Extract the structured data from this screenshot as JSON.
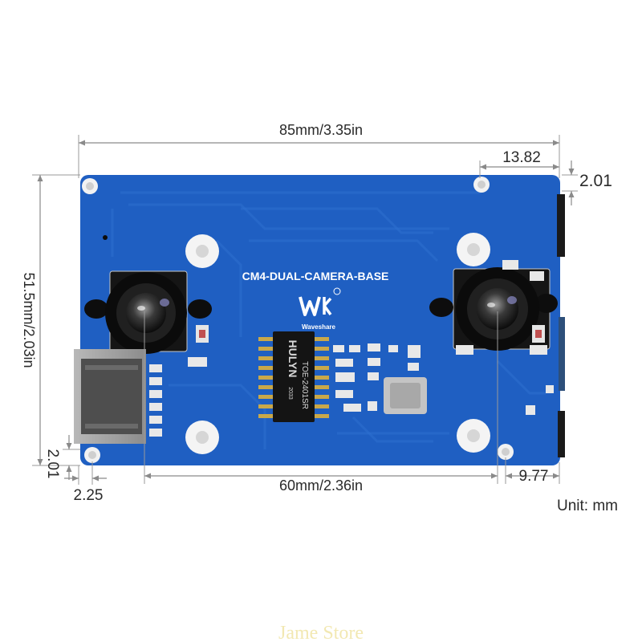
{
  "dimensions": {
    "overall_width": "85mm/3.35in",
    "overall_height": "51.5mm/2.03in",
    "hole_spacing": "60mm/2.36in",
    "top_right_offset": "13.82",
    "top_edge_offset": "2.01",
    "bottom_edge_offset": "2.01",
    "left_offset": "2.25",
    "right_offset": "9.77",
    "unit": "Unit: mm"
  },
  "board": {
    "label": "CM4-DUAL-CAMERA-BASE",
    "brand": "Waveshare",
    "logo_icon": "waveshare-logo"
  },
  "transformer": {
    "brand": "HULYN",
    "code": "2033",
    "part": "TOE-2401SR"
  },
  "watermark": "Jame Store",
  "colors": {
    "pcb": "#1f5fc2",
    "pcb_trace": "#2d6fd0",
    "dimension_line": "#8a8a8a",
    "text": "#2a2a2a",
    "watermark": "#efe3a0"
  }
}
